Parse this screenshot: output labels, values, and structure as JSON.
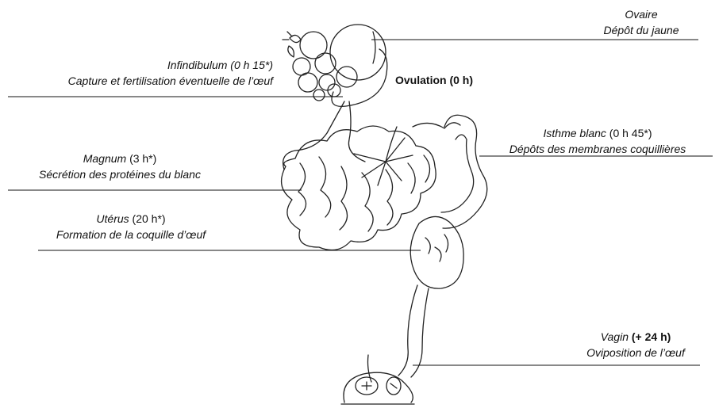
{
  "labels": {
    "ovaire": {
      "name": "Ovaire",
      "desc": "Dépôt du jaune"
    },
    "infundibulum": {
      "name": "Infindibulum",
      "time": "(0 h 15*)",
      "desc": "Capture et fertilisation éventuelle de l’œuf"
    },
    "ovulation": {
      "text": "Ovulation (0 h)"
    },
    "isthme": {
      "name": "Isthme blanc",
      "time": "(0 h 45*)",
      "desc": "Dépôts des membranes coquillières"
    },
    "magnum": {
      "name": "Magnum",
      "time": "(3 h*)",
      "desc": "Sécrétion des protéines du blanc"
    },
    "uterus": {
      "name": "Utérus",
      "time": "(20 h*)",
      "desc": "Formation de la coquille d’œuf"
    },
    "vagin": {
      "name": "Vagin",
      "time": "(+ 24 h)",
      "desc": "Oviposition de l’œuf"
    }
  }
}
